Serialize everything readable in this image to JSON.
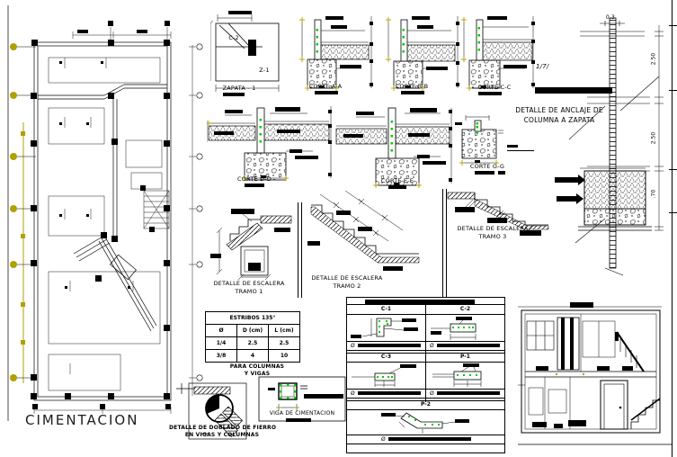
{
  "sheet": {
    "title": "CIMENTACION"
  },
  "palette": {
    "line": "#000000",
    "grid_marker": "#b0a000",
    "rebar": "#00cc00",
    "paper": "#ffffff"
  },
  "zapata": {
    "title": "ZAPATA - 1",
    "column_label": "C-2",
    "zone_label": "Z-1"
  },
  "cortes": [
    {
      "label": "CORTE A-A"
    },
    {
      "label": "CORTE B-B"
    },
    {
      "label": "CORTE C-C"
    },
    {
      "label": "CORTE D-D"
    },
    {
      "label": "CORTE E-E"
    },
    {
      "label": "CORTE G-G"
    }
  ],
  "anclaje": {
    "line1": "DETALLE DE ANCLAJE DE",
    "line2": "COLUMNA A ZAPATA",
    "scale_note": "1/7/",
    "dim_top": "0.3",
    "dim_upper": "2.50",
    "dim_lower": "2.50",
    "dim_footing": ".70"
  },
  "escaleras": [
    {
      "line1": "DETALLE DE ESCALERA",
      "line2": "TRAMO 1"
    },
    {
      "line1": "DETALLE DE ESCALERA",
      "line2": "TRAMO 2"
    },
    {
      "line1": "DETALLE DE ESCALERA",
      "line2": "TRAMO 3"
    }
  ],
  "estribos": {
    "title": "ESTRIBOS 135°",
    "col1": "Ø",
    "col2": "D (cm)",
    "col3": "L (cm)",
    "r1c1": "1/4",
    "r1c2": "2.5",
    "r1c3": "2.5",
    "r2c1": "3/8",
    "r2c2": "4",
    "r2c3": "10",
    "note1": "PARA COLUMNAS",
    "note2": "Y VIGAS"
  },
  "doblado": {
    "line1": "DETALLE DE DOBLADO DE FIERRO",
    "line2": "EN VIGAS Y COLUMNAS"
  },
  "viga": {
    "title": "VIGA DE CIMENTACION"
  },
  "schedule": {
    "c1": "C-1",
    "c2": "C-2",
    "c3": "C-3",
    "p1": "P-1",
    "p2": "P-2",
    "diam": "Ø"
  }
}
